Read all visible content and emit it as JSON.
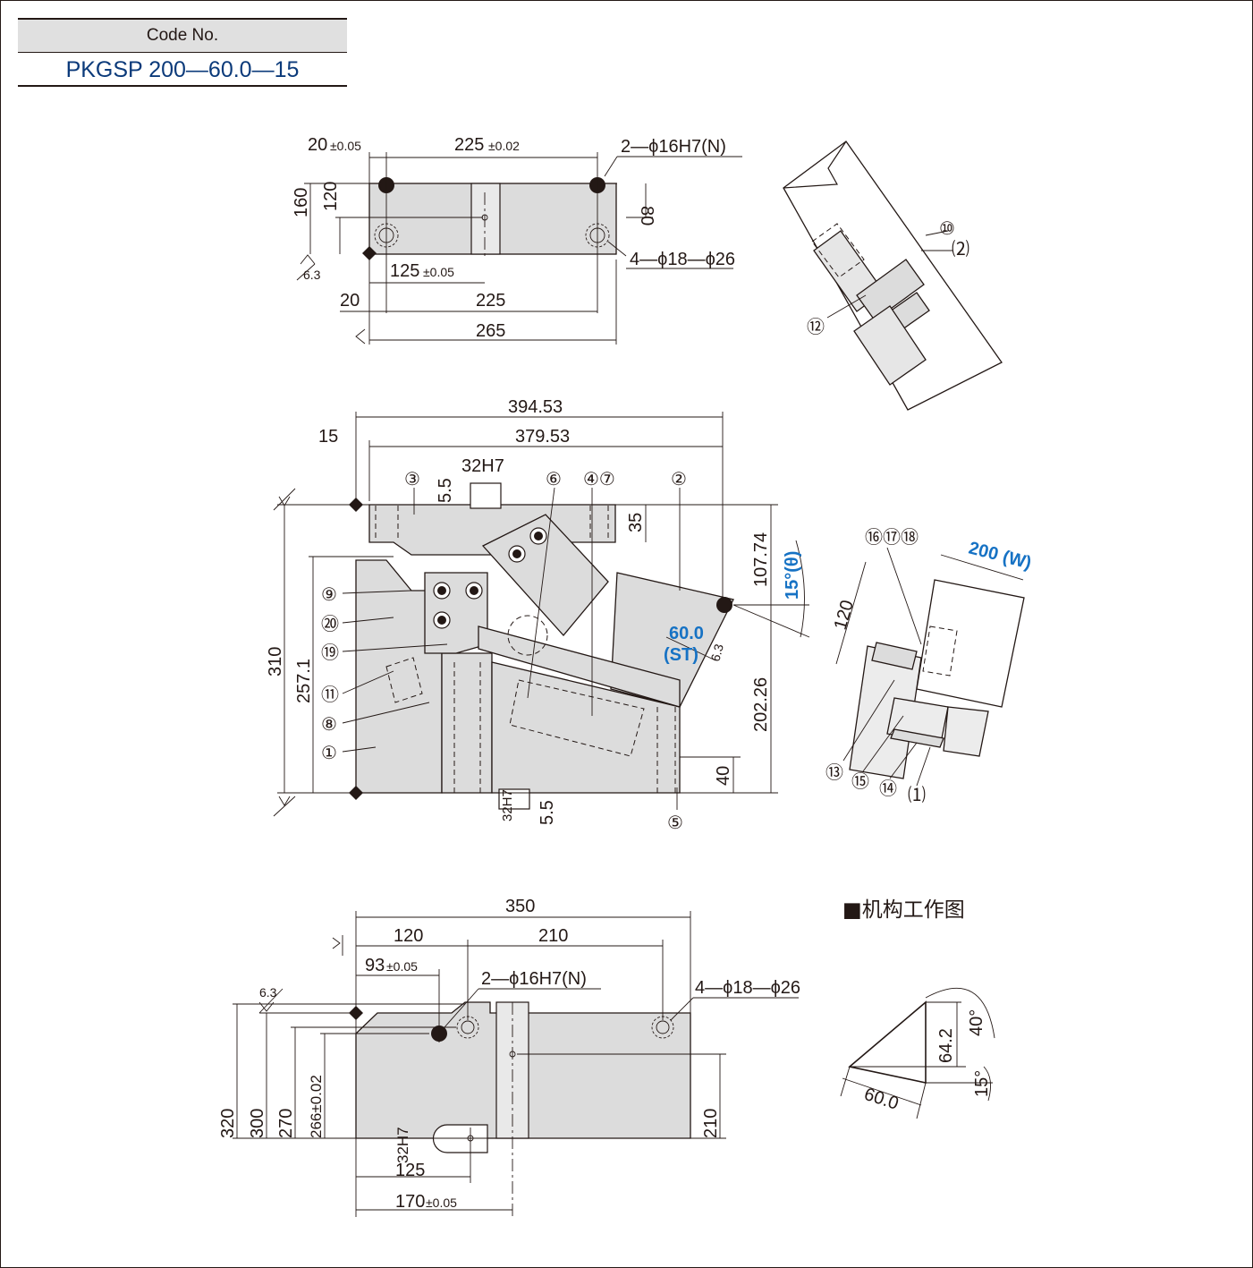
{
  "code": {
    "header": "Code No.",
    "value": "PKGSP 200—60.0—15"
  },
  "top_view": {
    "dims": [
      "20",
      "±0.05",
      "225",
      "±0.02",
      "2—ϕ16H7(N)",
      "160",
      "120",
      "80",
      "4—ϕ18—ϕ26",
      "125",
      "±0.05",
      "20",
      "225",
      "265"
    ],
    "roughness": "6.3"
  },
  "front_view": {
    "dims": [
      "394.53",
      "15",
      "379.53",
      "32H7",
      "5.5",
      "35",
      "107.74",
      "310",
      "257.1",
      "202.26",
      "40",
      "32H7",
      "5.5"
    ],
    "angle_label": "15°(θ)",
    "stroke_label": "60.0",
    "stroke_sub": "(ST)",
    "roughness": "6.3",
    "callouts": [
      "③",
      "⑥",
      "④⑦",
      "②",
      "⑨",
      "⑳",
      "⑲",
      "⑪",
      "⑧",
      "①",
      "⑤"
    ]
  },
  "bottom_view": {
    "dims": [
      "350",
      "120",
      "210",
      "93",
      "±0.05",
      "2—ϕ16H7(N)",
      "4—ϕ18—ϕ26",
      "320",
      "300",
      "270",
      "266±0.02",
      "32H7",
      "125",
      "170",
      "±0.05",
      "210"
    ],
    "roughness": "6.3"
  },
  "detail_top": {
    "callouts": [
      "⑩",
      "⑵",
      "⑫"
    ]
  },
  "detail_mid": {
    "width_label": "200",
    "width_sub": "(W)",
    "dim_120": "120",
    "callouts": [
      "⑯⑰⑱",
      "⑬",
      "⑮",
      "⑭",
      "⑴"
    ]
  },
  "mechanism": {
    "title": "■机构工作图",
    "dims": [
      "64.2",
      "40°",
      "15°",
      "60.0"
    ]
  },
  "colors": {
    "body_fill": "#dcdcdc",
    "line": "#231815",
    "code_text": "#0b3a7a",
    "accent_blue": "#1672c4"
  }
}
